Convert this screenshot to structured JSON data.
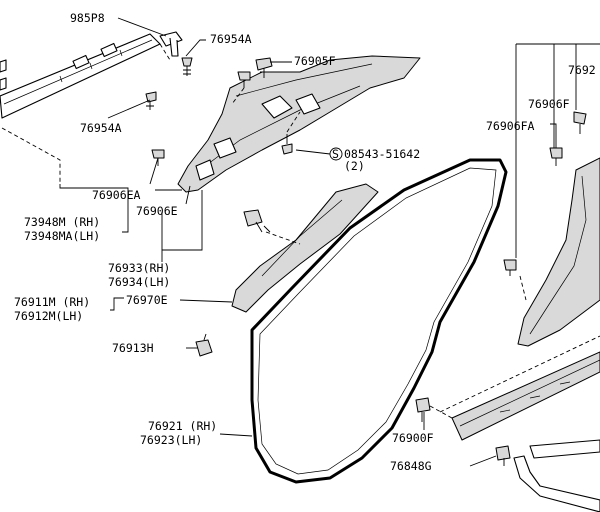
{
  "labels": {
    "p985p8": "985P8",
    "p76954a_top": "76954A",
    "p76954a_left": "76954A",
    "p76905f": "76905F",
    "p76906f": "76906F",
    "p76906fa": "76906FA",
    "p7692_cut": "7692",
    "p08543": "08543-51642",
    "p08543_qty": "(2)",
    "p76906ea": "76906EA",
    "p76906e": "76906E",
    "p73948m": "73948M (RH)",
    "p73948ma": "73948MA(LH)",
    "p76933": "76933(RH)",
    "p76934": "76934(LH)",
    "p76911m": "76911M (RH)",
    "p76912m": "76912M(LH)",
    "p76970e": "76970E",
    "p76913h": "76913H",
    "p76921": "76921 (RH)",
    "p76923": "76923(LH)",
    "p76900f": "76900F",
    "p76848g": "76848G"
  },
  "symbols": {
    "screw_symbol": "S"
  },
  "icons": {
    "clip": "push-clip-icon",
    "bolt": "bolt-icon",
    "grommet": "grommet-icon"
  }
}
